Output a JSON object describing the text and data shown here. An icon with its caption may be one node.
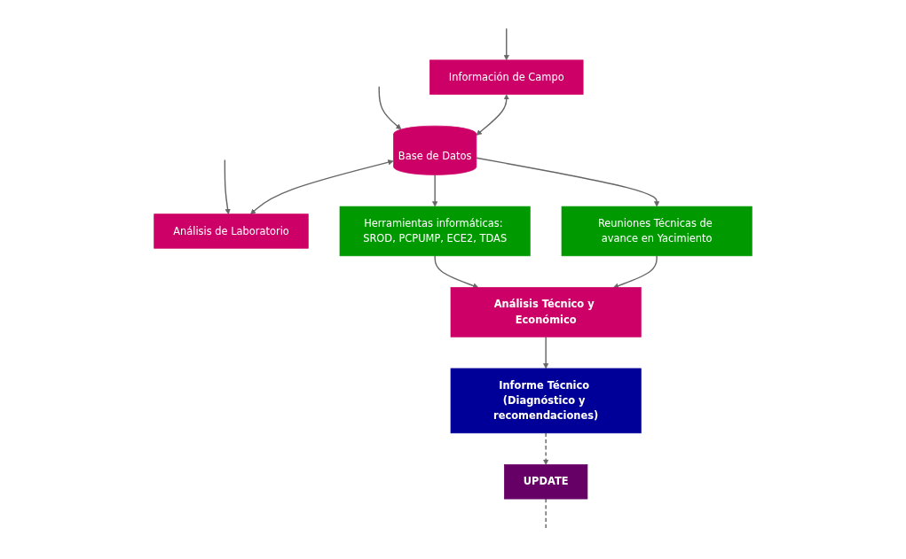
{
  "diagram": {
    "nodes": [
      {
        "text": [
          "Información de Campo"
        ]
      },
      {
        "text": [
          "Base de Datos"
        ]
      },
      {
        "text": [
          "Análisis de Laboratorio"
        ]
      },
      {
        "text": [
          "UPDATE"
        ]
      },
      {
        "text": [
          "Herramientas informáticas: SROD, PCPUMP, ECE2, TDAS"
        ]
      },
      {
        "text": [
          "Reuniones Técnicas de avance en Yacimiento"
        ]
      },
      {
        "text": [
          "Análisis Técnico y Económico"
        ]
      },
      {
        "text": [
          "Informe Técnico (Diagnóstico y recomendaciones)"
        ]
      }
    ],
    "edges": [
      {
        "from": null,
        "to": 0,
        "arrow": "to"
      },
      {
        "from": null,
        "to": 1,
        "arrow": "to"
      },
      {
        "from": null,
        "to": 2,
        "arrow": "to"
      },
      {
        "from": 0,
        "to": 1,
        "arrow": "both"
      },
      {
        "from": 1,
        "to": 2,
        "arrow": "both"
      },
      {
        "from": 1,
        "to": 4,
        "arrow": "to"
      },
      {
        "from": 1,
        "to": 5,
        "arrow": "to"
      },
      {
        "from": 4,
        "to": 6,
        "arrow": "to"
      },
      {
        "from": 5,
        "to": 6,
        "arrow": "to"
      },
      {
        "from": 6,
        "to": 7,
        "arrow": "to"
      },
      {
        "from": 7,
        "to": 3,
        "arrow": "to",
        "style": "dashed"
      },
      {
        "from": 3,
        "to": null,
        "arrow": "none",
        "style": "dashed"
      }
    ]
  }
}
